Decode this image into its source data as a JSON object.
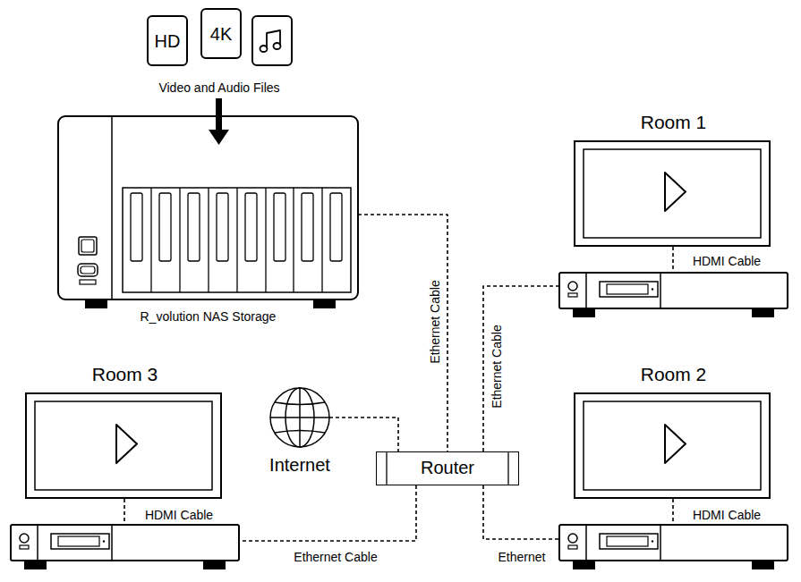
{
  "diagram": {
    "nodes": [
      {
        "text": [
          "R_volution NAS Storage"
        ]
      },
      {
        "text": [
          "Room 1"
        ]
      },
      {
        "text": [
          "Room 3"
        ]
      },
      {
        "text": [
          "Room 2"
        ]
      },
      {
        "text": [
          "Internet"
        ]
      },
      {
        "text": [
          "Router"
        ]
      }
    ],
    "edges": [
      {
        "from": 0,
        "to": 5,
        "label": "Ethernet Cable",
        "arrow": "none"
      },
      {
        "from": 5,
        "to": 1,
        "label": "Ethernet Cable",
        "arrow": "none"
      },
      {
        "from": 4,
        "to": 5,
        "arrow": "none"
      },
      {
        "from": 5,
        "to": 2,
        "label": "Ethernet Cable",
        "arrow": "none"
      },
      {
        "from": 5,
        "to": 3,
        "label": "Ethernet",
        "arrow": "none"
      }
    ],
    "labels": [
      "HD",
      "4K",
      "Video and Audio Files",
      "HDMI Cable",
      "HDMI Cable",
      "HDMI Cable"
    ]
  }
}
